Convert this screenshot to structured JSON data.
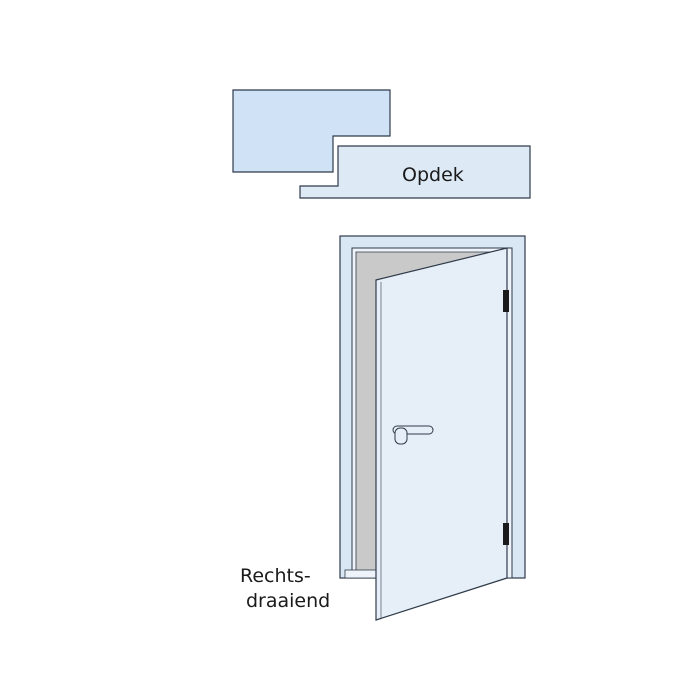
{
  "profile": {
    "label": "Opdek"
  },
  "door": {
    "direction_label_line1": "Rechts-",
    "direction_label_line2": "draaiend"
  },
  "colors": {
    "panel_fill": "#cfe2f6",
    "door_fill": "#e6eff8",
    "frame_fill": "#d9e6f3",
    "outline": "#2f3b4a",
    "door_interior": "#c9c9c9",
    "hinge": "#1b1b1b"
  }
}
